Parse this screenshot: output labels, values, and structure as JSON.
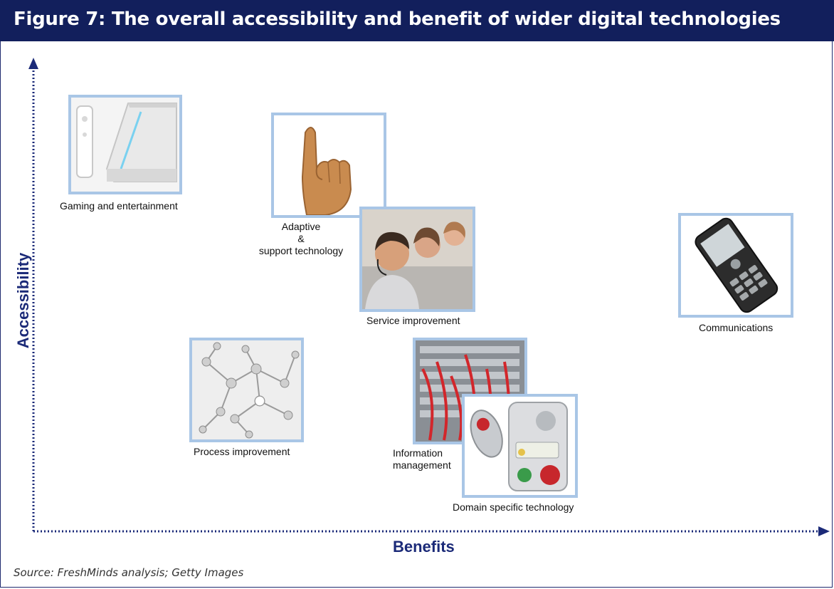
{
  "title": "Figure 7: The overall accessibility and benefit of wider digital technologies",
  "axes": {
    "x_label": "Benefits",
    "y_label": "Accessibility"
  },
  "source": "Source: FreshMinds analysis; Getty Images",
  "colors": {
    "title_bar": "#121f5c",
    "axis": "#1b2a78",
    "tile_border": "#a9c6e6"
  },
  "items": {
    "gaming": {
      "label": "Gaming and entertainment",
      "icon": "game-console-icon"
    },
    "adaptive": {
      "line1": "Adaptive",
      "line2": "&",
      "line3": "support technology",
      "icon": "sign-language-hand-icon"
    },
    "service": {
      "label": "Service improvement",
      "icon": "call-centre-icon"
    },
    "communications": {
      "label": "Communications",
      "icon": "mobile-phone-icon"
    },
    "process": {
      "label": "Process improvement",
      "icon": "network-nodes-icon"
    },
    "information": {
      "line1": "Information",
      "line2": "management",
      "icon": "server-cables-icon"
    },
    "domain": {
      "label": "Domain specific technology",
      "icon": "alarm-device-icon"
    }
  }
}
